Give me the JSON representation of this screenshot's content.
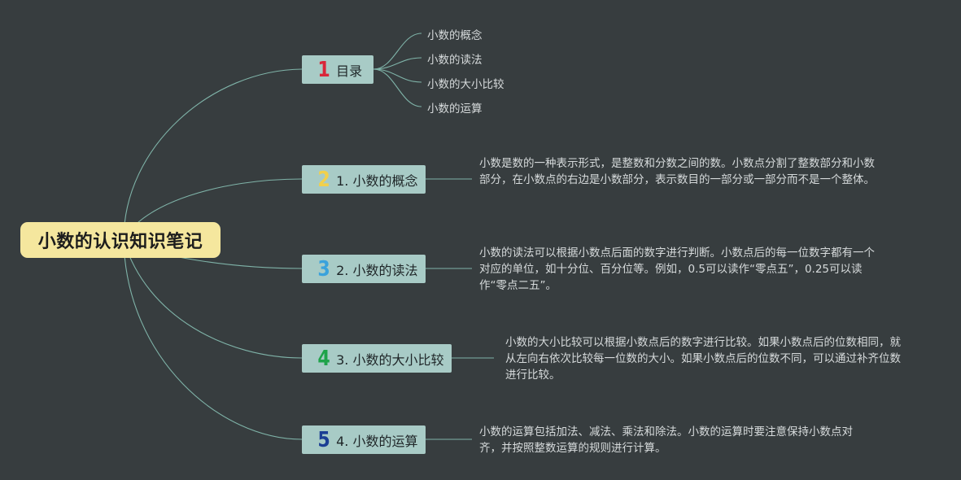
{
  "title": "小数的认识知识笔记",
  "colors": {
    "background": "#373d3f",
    "root_fill": "#f5e79e",
    "topic_fill": "#a8cbc6",
    "line": "#7fb3a8",
    "badge_1": "#d9263a",
    "badge_2": "#f2d04b",
    "badge_3": "#3aa2dc",
    "badge_4": "#1fa34a",
    "badge_5": "#1c3f94"
  },
  "topics": [
    {
      "badge": "1",
      "label": "目录"
    },
    {
      "badge": "2",
      "label": "1. 小数的概念"
    },
    {
      "badge": "3",
      "label": "2. 小数的读法"
    },
    {
      "badge": "4",
      "label": "3. 小数的大小比较"
    },
    {
      "badge": "5",
      "label": "4. 小数的运算"
    }
  ],
  "toc": [
    "小数的概念",
    "小数的读法",
    "小数的大小比较",
    "小数的运算"
  ],
  "descriptions": [
    "小数是数的一种表示形式，是整数和分数之间的数。小数点分割了整数部分和小数部分，在小数点的右边是小数部分，表示数目的一部分或一部分而不是一个整体。",
    "小数的读法可以根据小数点后面的数字进行判断。小数点后的每一位数字都有一个对应的单位，如十分位、百分位等。例如，0.5可以读作“零点五”，0.25可以读作“零点二五”。",
    "小数的大小比较可以根据小数点后的数字进行比较。如果小数点后的位数相同，就从左向右依次比较每一位数的大小。如果小数点后的位数不同，可以通过补齐位数进行比较。",
    "小数的运算包括加法、减法、乘法和除法。小数的运算时要注意保持小数点对齐，并按照整数运算的规则进行计算。"
  ]
}
